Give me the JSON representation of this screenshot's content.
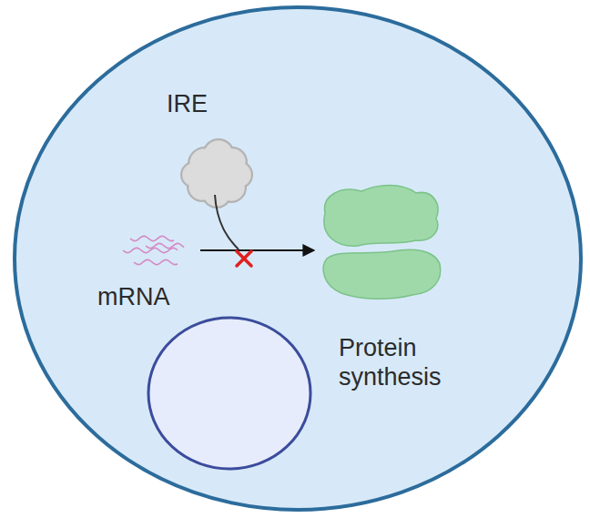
{
  "diagram": {
    "nodes": [
      {
        "text": [
          "IRE"
        ]
      },
      {
        "text": [
          "mRNA"
        ]
      },
      {
        "text": [
          "Protein synthesis"
        ]
      }
    ],
    "edges": [
      {
        "from": 1,
        "to": 2,
        "arrow": "to"
      }
    ]
  }
}
